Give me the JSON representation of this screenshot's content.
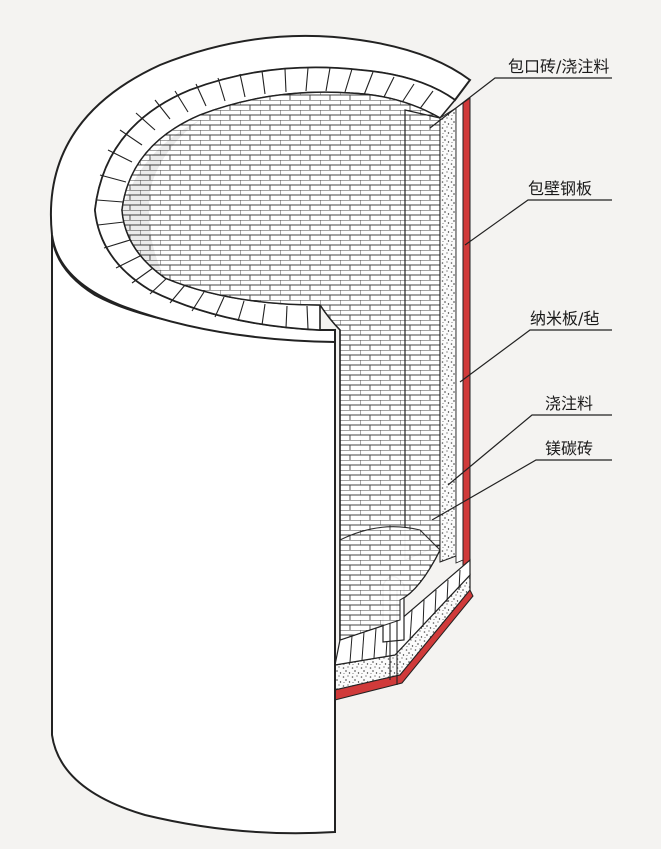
{
  "diagram": {
    "callouts": [
      {
        "label": "包口砖/浇注料",
        "target": "mouth-brick"
      },
      {
        "label": "包壁钢板",
        "target": "steel-shell"
      },
      {
        "label": "纳米板/毡",
        "target": "nano-board"
      },
      {
        "label": "浇注料",
        "target": "castable"
      },
      {
        "label": "镁碳砖",
        "target": "mgo-c-brick"
      }
    ],
    "colors": {
      "steel_shell": "#d03a3a",
      "outline": "#222222",
      "brick_fill": "#ffffff",
      "speckle": "#555555"
    }
  }
}
